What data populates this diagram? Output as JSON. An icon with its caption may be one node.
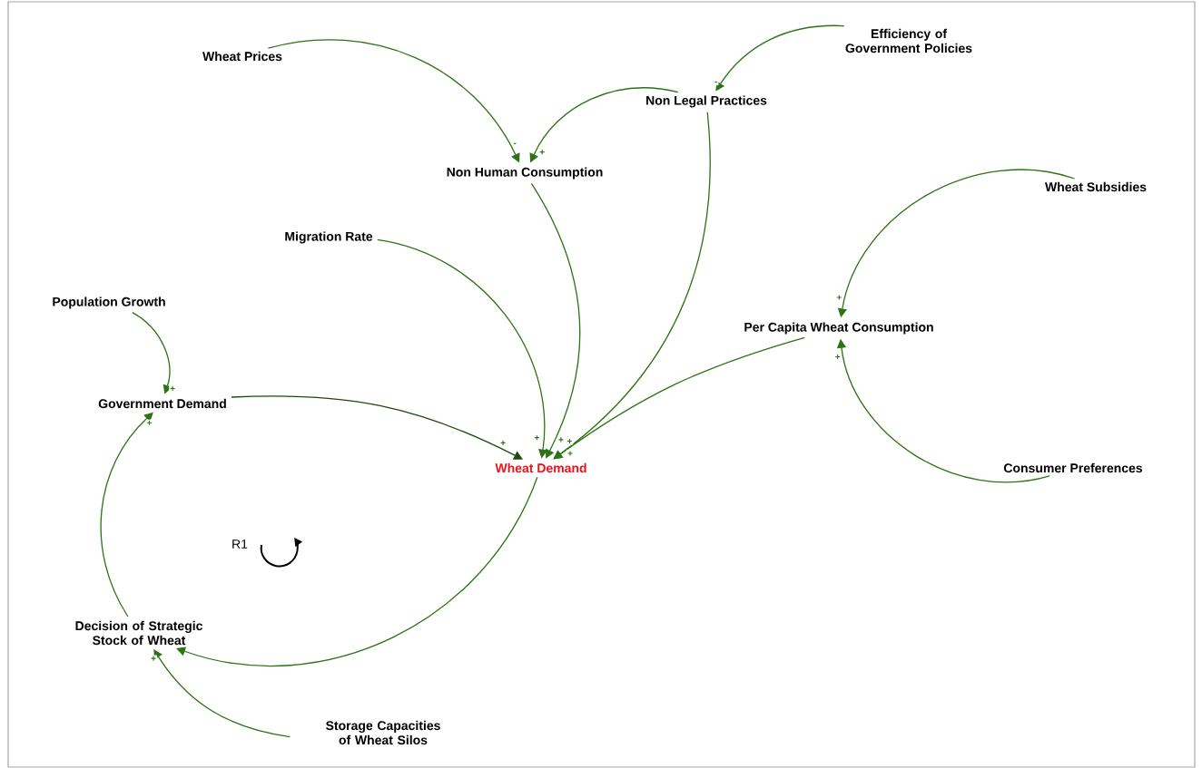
{
  "diagram": {
    "nodes": [
      {
        "text": [
          "Wheat Prices"
        ]
      },
      {
        "text": [
          "Efficiency of Government Policies"
        ]
      },
      {
        "text": [
          "Non Legal Practices"
        ]
      },
      {
        "text": [
          "Non Human Consumption"
        ]
      },
      {
        "text": [
          "Wheat Subsidies"
        ]
      },
      {
        "text": [
          "Migration Rate"
        ]
      },
      {
        "text": [
          "Population Growth"
        ]
      },
      {
        "text": [
          "Per Capita Wheat Consumption"
        ]
      },
      {
        "text": [
          "Government Demand"
        ]
      },
      {
        "text": [
          "Wheat Demand"
        ]
      },
      {
        "text": [
          "Consumer Preferences"
        ]
      },
      {
        "text": [
          "Decision of Strategic Stock of Wheat"
        ]
      },
      {
        "text": [
          "Storage Capacities of Wheat Silos"
        ]
      }
    ],
    "edges": [
      {
        "from": 0,
        "to": 3,
        "arrow": "to",
        "label": "-"
      },
      {
        "from": 1,
        "to": 2,
        "arrow": "to",
        "label": "-"
      },
      {
        "from": 2,
        "to": 3,
        "arrow": "to",
        "label": "+"
      },
      {
        "from": 2,
        "to": 9,
        "arrow": "to",
        "label": "+"
      },
      {
        "from": 3,
        "to": 9,
        "arrow": "to",
        "label": "+"
      },
      {
        "from": 5,
        "to": 9,
        "arrow": "to",
        "label": "+"
      },
      {
        "from": 6,
        "to": 8,
        "arrow": "to",
        "label": "+"
      },
      {
        "from": 8,
        "to": 9,
        "arrow": "to",
        "label": "+",
        "color": "#1e4a12"
      },
      {
        "from": 4,
        "to": 7,
        "arrow": "to",
        "label": "+"
      },
      {
        "from": 10,
        "to": 7,
        "arrow": "to",
        "label": "+"
      },
      {
        "from": 7,
        "to": 9,
        "arrow": "to",
        "label": "+"
      },
      {
        "from": 9,
        "to": 11,
        "arrow": "to"
      },
      {
        "from": 11,
        "to": 8,
        "arrow": "to",
        "label": "+"
      },
      {
        "from": 12,
        "to": 11,
        "arrow": "to",
        "label": "+"
      }
    ],
    "labels": [
      "R1"
    ]
  }
}
